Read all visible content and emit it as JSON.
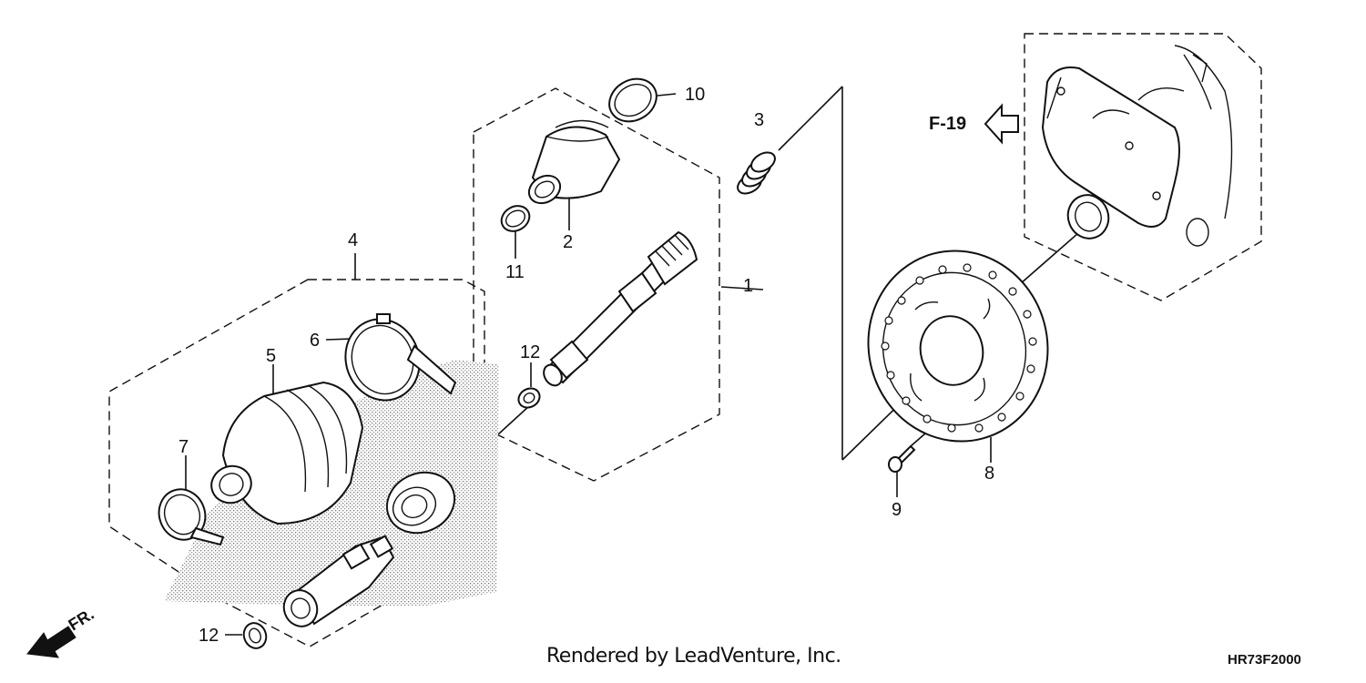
{
  "callouts": [
    {
      "id": "1",
      "label": "1"
    },
    {
      "id": "2",
      "label": "2"
    },
    {
      "id": "3",
      "label": "3"
    },
    {
      "id": "4",
      "label": "4"
    },
    {
      "id": "5",
      "label": "5"
    },
    {
      "id": "6",
      "label": "6"
    },
    {
      "id": "7",
      "label": "7"
    },
    {
      "id": "8",
      "label": "8"
    },
    {
      "id": "9",
      "label": "9"
    },
    {
      "id": "10",
      "label": "10"
    },
    {
      "id": "11",
      "label": "11"
    },
    {
      "id": "12a",
      "label": "12"
    },
    {
      "id": "12b",
      "label": "12"
    }
  ],
  "reference": "F-19",
  "front_marker": "FR.",
  "credit": "Rendered by LeadVenture, Inc.",
  "diagram_code": "HR73F2000"
}
